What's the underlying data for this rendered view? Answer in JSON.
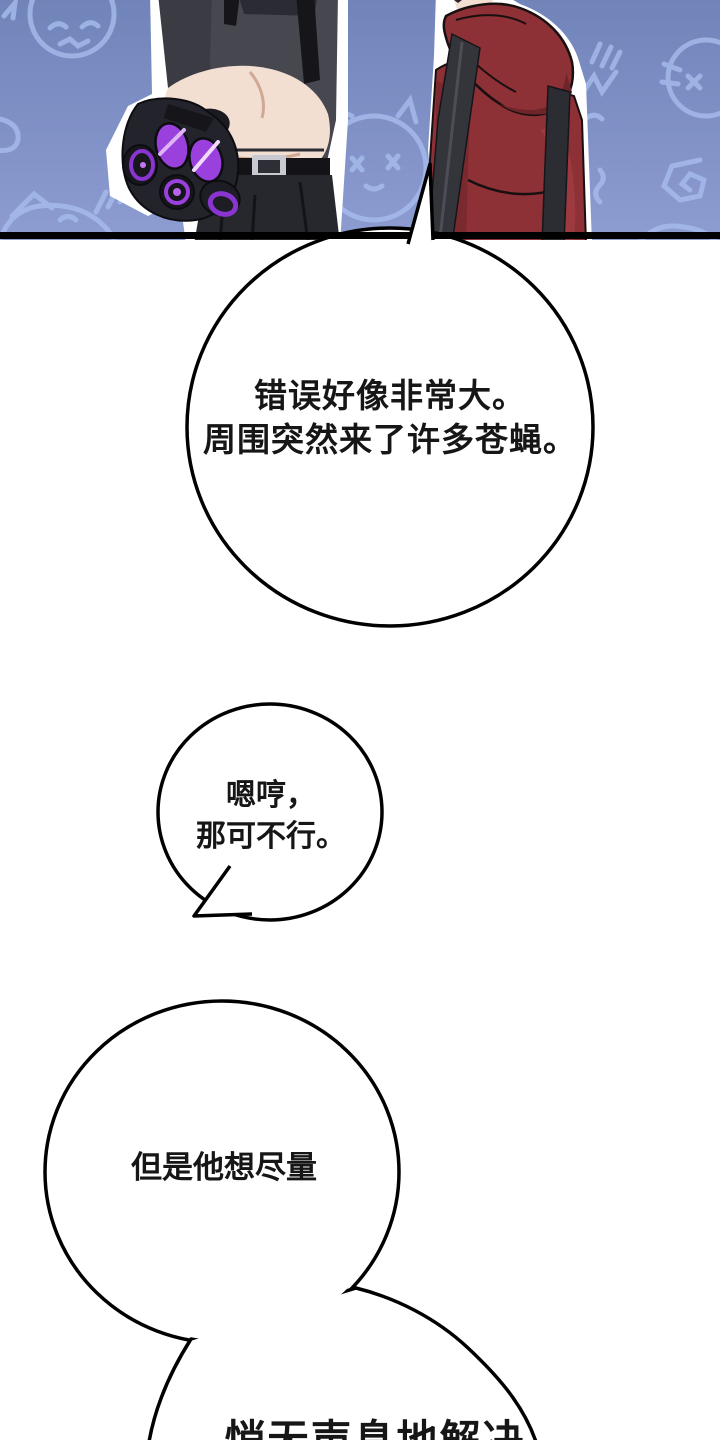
{
  "page": {
    "type": "webtoon-comic-page",
    "language": "zh",
    "background": "#ffffff"
  },
  "panel": {
    "description": "two characters facing each other on blue background with doodled cat faces",
    "background_top": "#7184ba",
    "background_bottom": "#8d9cd1",
    "doodle_color": "#a7bdec",
    "border_color": "#000000",
    "left_character": {
      "shirt": "#474750",
      "sleeve": "#3b3b44",
      "skin": "#f2dfd2",
      "pants": "#27272e",
      "belt": "#131318",
      "belt_buckle": "#c9cad1",
      "gas_mask_body": "#23232b",
      "gas_mask_lens": "#9a40dd"
    },
    "right_character": {
      "hoodie": "#8d3136",
      "hoodie_shadow": "#6d2529",
      "strap": "#34343b",
      "skin": "#f2dfd2",
      "hair": "#2a2430"
    }
  },
  "bubbles": [
    {
      "lines": [
        "错误好像非常大。",
        "周围突然来了许多苍蝇。"
      ]
    },
    {
      "lines": [
        "嗯哼，",
        "那可不行。"
      ]
    },
    {
      "lines": [
        "但是他想尽量"
      ]
    },
    {
      "lines": [
        "悄无声息地解决"
      ]
    }
  ],
  "bubble_style": {
    "fill": "#ffffff",
    "stroke": "#000000",
    "text_color": "#161616"
  }
}
